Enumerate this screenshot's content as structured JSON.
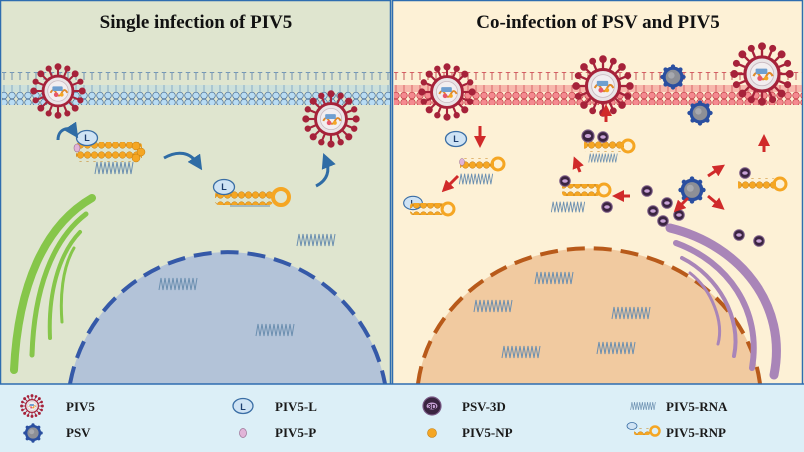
{
  "panels": {
    "left_title": "Single infection of PIV5",
    "right_title": "Co-infection of PSV and PIV5"
  },
  "legend": {
    "piv5": "PIV5",
    "psv": "PSV",
    "piv5_l": "PIV5-L",
    "piv5_p": "PIV5-P",
    "psv_3d": "PSV-3D",
    "piv5_np": "PIV5-NP",
    "piv5_rna": "PIV5-RNA",
    "piv5_rnp": "PIV5-RNP"
  },
  "glyphs": {
    "l_letter": "L",
    "three_d": "3D"
  },
  "colors": {
    "left_bg": "#dfe5cf",
    "right_bg": "#fdf1d6",
    "left_membrane": "#a9d8f2",
    "right_membrane": "#f0737a",
    "nucleus_left": "#b3c3d8",
    "nucleus_right": "#f1caa0",
    "er_left": "#86c64a",
    "er_right": "#a985b8",
    "virus_spike": "#a6223a",
    "psv_ring": "#2a4fa0",
    "np_orange": "#f5a623",
    "arrow_red": "#d02a2a",
    "arrow_blue": "#2f6ca5",
    "legend_bg": "#dceff7",
    "legend_border": "#2e6db0"
  }
}
